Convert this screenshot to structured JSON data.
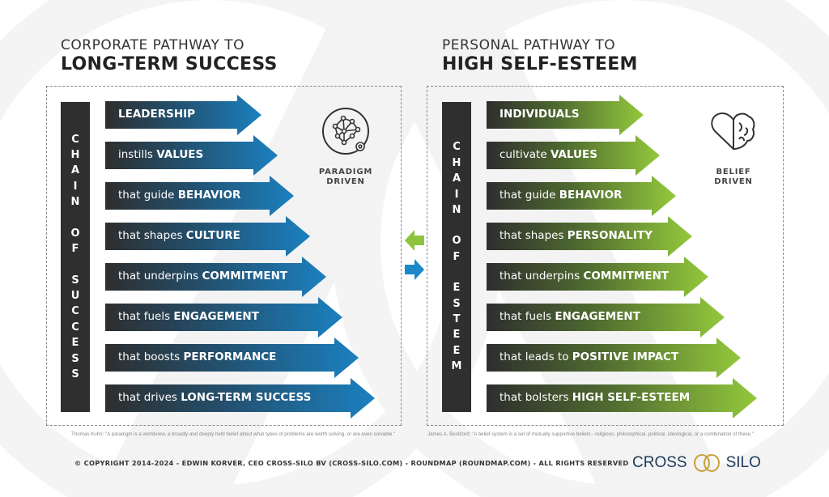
{
  "colors": {
    "corporate_accent": "#1877b0",
    "personal_accent": "#8cc43f",
    "dark": "#2f2f2f"
  },
  "left": {
    "title_line1": "CORPORATE PATHWAY TO",
    "title_line2": "LONG-TERM SUCCESS",
    "vertical_label": [
      "C",
      "H",
      "A",
      "I",
      "N",
      "",
      "O",
      "F",
      "",
      "S",
      "U",
      "C",
      "C",
      "E",
      "S",
      "S"
    ],
    "icon": "brain-network-gear-icon",
    "badge_line1": "PARADIGM",
    "badge_line2": "DRIVEN",
    "steps": [
      {
        "pre": "",
        "bold": "LEADERSHIP"
      },
      {
        "pre": "instills ",
        "bold": "VALUES"
      },
      {
        "pre": "that guide ",
        "bold": "BEHAVIOR"
      },
      {
        "pre": "that shapes ",
        "bold": "CULTURE"
      },
      {
        "pre": "that underpins ",
        "bold": "COMMITMENT"
      },
      {
        "pre": "that fuels ",
        "bold": "ENGAGEMENT"
      },
      {
        "pre": "that boosts ",
        "bold": "PERFORMANCE"
      },
      {
        "pre": "that drives ",
        "bold": "LONG-TERM SUCCESS"
      }
    ],
    "quote": "Thomas Kuhn: \"A paradigm is a worldview, a broadly and deeply held belief about what types of problems are worth solving, or are even solvable.\""
  },
  "right": {
    "title_line1": "PERSONAL PATHWAY TO",
    "title_line2": "HIGH SELF-ESTEEM",
    "vertical_label": [
      "C",
      "H",
      "A",
      "I",
      "N",
      "",
      "O",
      "F",
      "",
      "E",
      "S",
      "T",
      "E",
      "E",
      "M"
    ],
    "icon": "heart-brain-icon",
    "badge_line1": "BELIEF",
    "badge_line2": "DRIVEN",
    "steps": [
      {
        "pre": "",
        "bold": "INDIVIDUALS"
      },
      {
        "pre": "cultivate ",
        "bold": "VALUES"
      },
      {
        "pre": "that guide ",
        "bold": "BEHAVIOR"
      },
      {
        "pre": "that shapes ",
        "bold": "PERSONALITY"
      },
      {
        "pre": "that underpins ",
        "bold": "COMMITMENT"
      },
      {
        "pre": "that fuels ",
        "bold": "ENGAGEMENT"
      },
      {
        "pre": "that leads to ",
        "bold": "POSITIVE IMPACT"
      },
      {
        "pre": "that bolsters ",
        "bold": "HIGH SELF-ESTEEM"
      }
    ],
    "quote": "James A. Beckford: \"A belief system is a set of mutually supportive beliefs - religious, philosophical, political, ideological, or a combination of these.\""
  },
  "center_arrows": [
    "arrow-left-icon",
    "arrow-right-icon"
  ],
  "footer": {
    "copyright": "© COPYRIGHT 2014-2024 - EDWIN KORVER, CEO CROSS-SILO BV (CROSS-SILO.COM) - ROUNDMAP (ROUNDMAP.COM) - ALL RIGHTS RESERVED",
    "logo_left": "CROSS",
    "logo_right": "SILO"
  }
}
